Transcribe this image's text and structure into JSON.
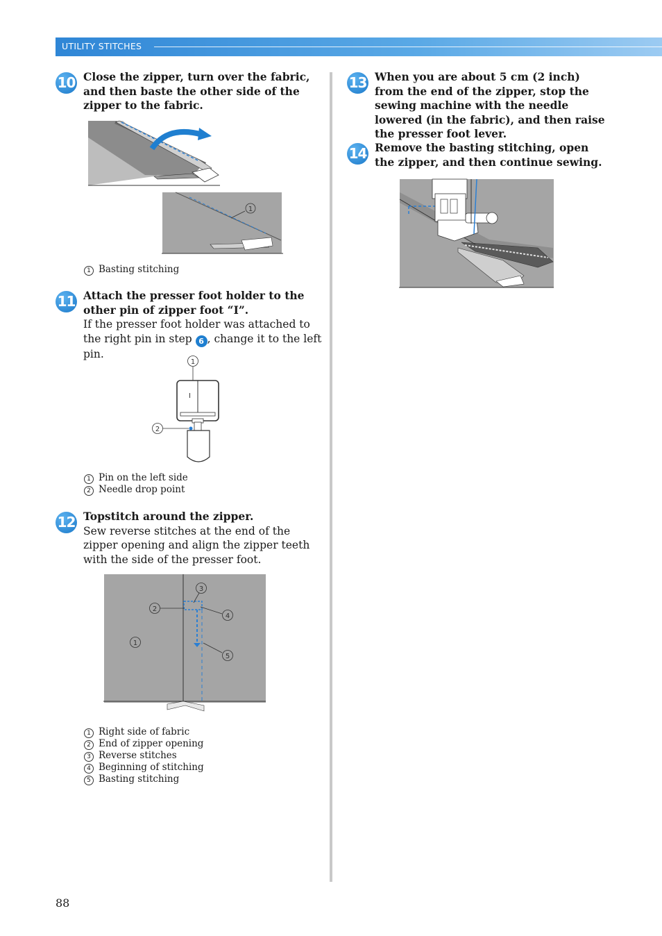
{
  "header": {
    "section_title": "UTILITY STITCHES"
  },
  "page_number": "88",
  "steps": [
    {
      "number": "10",
      "heading": "Close the zipper, turn over the fabric, and then baste the other side of the zipper to the fabric.",
      "legend": [
        {
          "num": "1",
          "label": "Basting stitching"
        }
      ]
    },
    {
      "number": "11",
      "heading": "Attach the presser foot holder to the other pin of zipper foot “I”.",
      "body_part1": "If the presser foot holder was attached to the right pin in step ",
      "body_ref": "6",
      "body_part2": ", change it to the left pin.",
      "figure_foot_letter": "I",
      "legend": [
        {
          "num": "1",
          "label": "Pin on the left side"
        },
        {
          "num": "2",
          "label": "Needle drop point"
        }
      ]
    },
    {
      "number": "12",
      "heading": "Topstitch around the zipper.",
      "body": "Sew reverse stitches at the end of the zipper opening and align the zipper teeth with the side of the presser foot.",
      "legend": [
        {
          "num": "1",
          "label": "Right side of fabric"
        },
        {
          "num": "2",
          "label": "End of zipper opening"
        },
        {
          "num": "3",
          "label": "Reverse stitches"
        },
        {
          "num": "4",
          "label": "Beginning of stitching"
        },
        {
          "num": "5",
          "label": "Basting stitching"
        }
      ]
    },
    {
      "number": "13",
      "heading": "When you are about 5 cm (2 inch) from the end of the zipper, stop the sewing machine with the needle lowered (in the fabric), and then raise the presser foot lever."
    },
    {
      "number": "14",
      "heading": "Remove the basting stitching, open the zipper, and then continue sewing."
    }
  ],
  "colors": {
    "accent": "#2f86d6",
    "fabric": "#a5a5a5",
    "stitch": "#2a7fd4"
  }
}
